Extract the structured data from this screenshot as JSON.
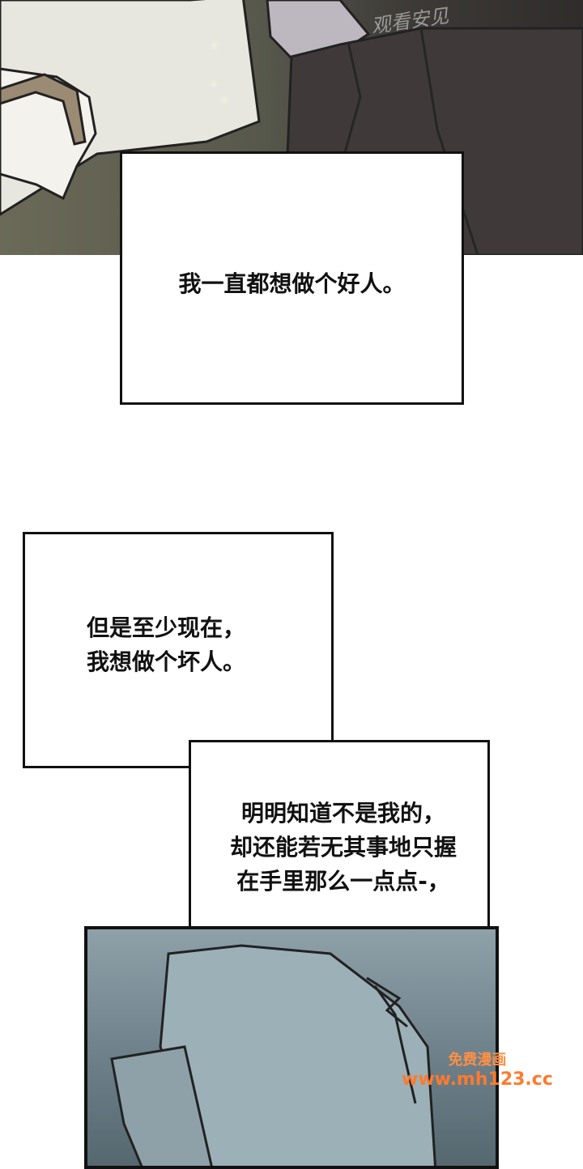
{
  "captions": [
    "我一直都想做个好人。",
    "但是至少现在，\n我想做个坏人。",
    "明明知道不是我的，\n却还能若无其事地只握\n在手里那么一点点-，"
  ],
  "watermarks": {
    "top": "观看安见",
    "bottom_line1": "免费漫画",
    "bottom_line2": "www.mh123.cc"
  }
}
